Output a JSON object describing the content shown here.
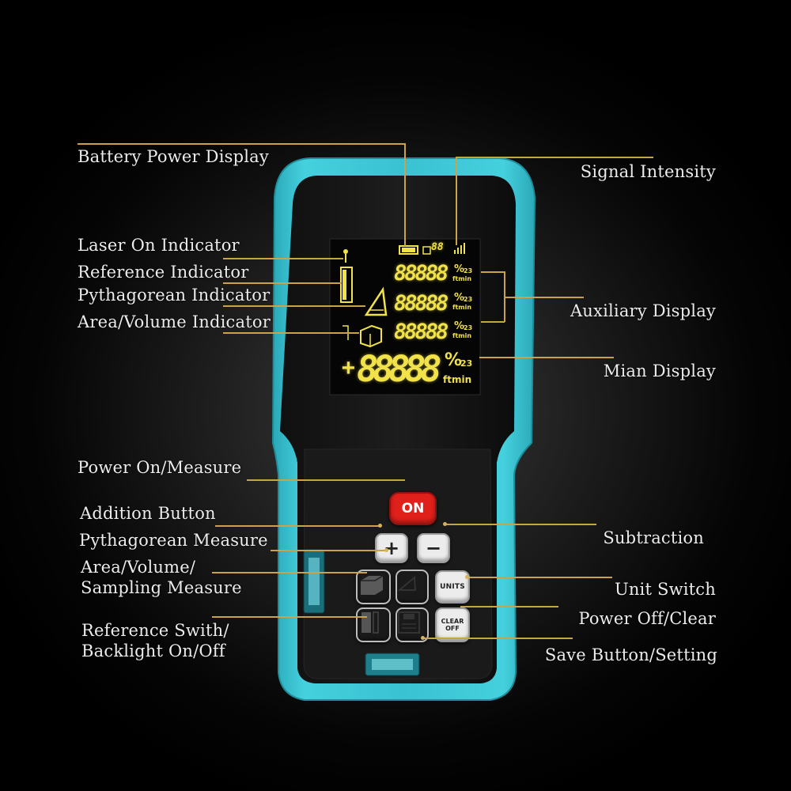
{
  "labels": {
    "battery_power_display": "Battery Power Display",
    "signal_intensity": "Signal Intensity",
    "laser_on_indicator": "Laser On Indicator",
    "reference_indicator": "Reference Indicator",
    "pythagorean_indicator": "Pythagorean Indicator",
    "area_volume_indicator": "Area/Volume Indicator",
    "auxiliary_display": "Auxiliary Display",
    "main_display": "Mian Display",
    "power_on_measure": "Power On/Measure",
    "addition_button": "Addition Button",
    "subtraction": "Subtraction",
    "pythagorean_measure": "Pythagorean Measure",
    "area_volume_sampling_line1": "Area/Volume/",
    "area_volume_sampling_line2": "Sampling Measure",
    "unit_switch": "Unit Switch",
    "power_off_clear": "Power Off/Clear",
    "reference_switch_line1": "Reference Swith/",
    "reference_switch_line2": "Backlight On/Off",
    "save_button_setting": "Save Button/Setting"
  },
  "buttons": {
    "on": "ON",
    "plus": "+",
    "minus": "−",
    "units": "UNITS",
    "clear_line1": "CLEAR",
    "clear_line2": "OFF"
  },
  "lcd": {
    "aux_digits": "88888",
    "main_digits": "88888",
    "unit_percent": "%",
    "unit_power": "23",
    "unit_ftmin": "ftmin",
    "signal_digits": "88"
  },
  "colors": {
    "body_teal": "#3ec7d6",
    "leader_gold": "#c9a24a",
    "lcd_yellow": "#f2e24a",
    "on_red": "#e0201a"
  }
}
